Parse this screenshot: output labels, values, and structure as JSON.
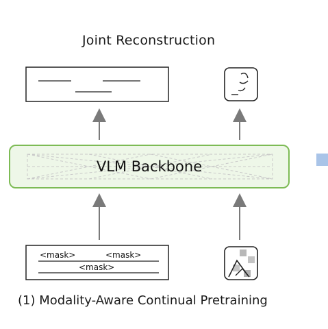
{
  "diagram": {
    "title": "Joint Reconstruction",
    "backbone_label": "VLM Backbone",
    "mask_token": "<mask>",
    "caption": "(1) Modality-Aware Continual Pretraining",
    "colors": {
      "backbone_stroke": "#7dbb55",
      "backbone_fill": "#eef7e8",
      "arrow": "#7a7a7a",
      "accent_square": "#a9c4e8"
    }
  }
}
